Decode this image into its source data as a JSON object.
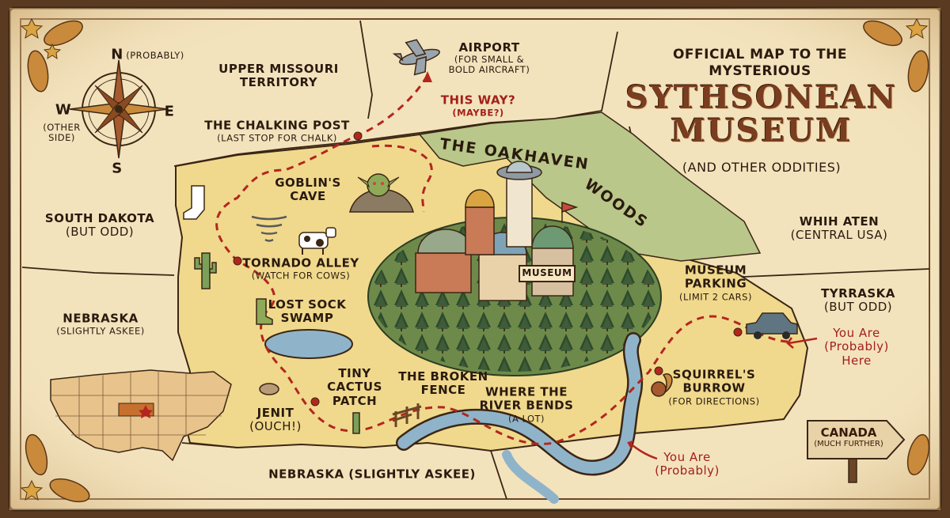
{
  "title": {
    "line1": "OFFICIAL MAP TO THE",
    "line2": "MYSTERIOUS",
    "line3": "SYTHSONEAN",
    "line4": "MUSEUM",
    "sub": "(AND OTHER ODDITIES)"
  },
  "compass": {
    "n": "N",
    "n_note": "(PROBABLY)",
    "e": "E",
    "s": "S",
    "w": "W",
    "w_note_1": "(OTHER",
    "w_note_2": "SIDE)"
  },
  "regions": {
    "upper_missouri": {
      "line1": "UPPER MISSOURI",
      "line2": "TERRITORY"
    },
    "south_dakota": {
      "name": "SOUTH DAKOTA",
      "note": "(BUT ODD)"
    },
    "nebraska_west": {
      "name": "NEBRASKA",
      "note": "(SLIGHTLY ASKEE)"
    },
    "nebraska_south": {
      "name": "NEBRASKA (SLIGHTLY ASKEE)"
    },
    "whitaten": {
      "name": "WHIH ATEN",
      "note": "(CENTRAL USA)"
    },
    "tyrraska": {
      "name": "TYRRASKA",
      "note": "(BUT ODD)"
    },
    "oakhaven_1": "THE OAKHAVEN",
    "oakhaven_2": "WOODS"
  },
  "places": {
    "airport": {
      "name": "AIRPORT",
      "note1": "(FOR SMALL &",
      "note2": "BOLD AIRCRAFT)"
    },
    "this_way": {
      "name": "THIS WAY?",
      "note": "(MAYBE?)"
    },
    "chalking_post": {
      "name": "THE CHALKING POST",
      "note": "(LAST STOP FOR CHALK)"
    },
    "goblins_cave": {
      "line1": "GOBLIN'S",
      "line2": "CAVE"
    },
    "tornado_alley": {
      "name": "TORNADO ALLEY",
      "note": "(WATCH FOR COWS)"
    },
    "lost_sock": {
      "line1": "LOST SOCK",
      "line2": "SWAMP"
    },
    "tiny_cactus": {
      "line1": "TINY",
      "line2": "CACTUS",
      "line3": "PATCH"
    },
    "jenit": {
      "name": "JENIT",
      "note": "(OUCH!)"
    },
    "broken_fence": {
      "line1": "THE BROKEN",
      "line2": "FENCE"
    },
    "river_bends": {
      "line1": "WHERE THE",
      "line2": "RIVER BENDS",
      "note": "(A LOT)"
    },
    "museum_parking": {
      "line1": "MUSEUM",
      "line2": "PARKING",
      "note": "(LIMIT 2 CARS)"
    },
    "squirrel_burrow": {
      "line1": "SQUIRREL'S",
      "line2": "BURROW",
      "note": "(FOR DIRECTIONS)"
    },
    "museum_sign": "MUSEUM"
  },
  "you_are_here": {
    "line1": "You Are",
    "line2": "(Probably)",
    "line3": "Here"
  },
  "you_are_probably": {
    "line1": "You Are",
    "line2": "(Probably)"
  },
  "signpost": {
    "line1": "CANADA",
    "line2": "(MUCH FURTHER)"
  },
  "colors": {
    "parchment": "#f3e3bd",
    "land_yellow": "#f0d98d",
    "woods_green": "#b9c78a",
    "river": "#8fb4c9",
    "path_red": "#b3261e",
    "frame": "#5a3b22"
  }
}
